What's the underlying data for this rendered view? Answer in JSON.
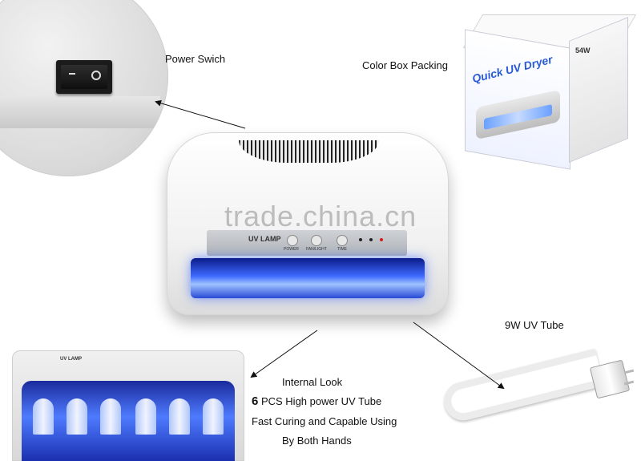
{
  "labels": {
    "power_switch": "Power Swich",
    "color_box": "Color Box Packing",
    "uv_tube": "9W  UV Tube",
    "internal_1": "Internal Look",
    "internal_2_num": "6",
    "internal_2_rest": " PCS High power UV Tube",
    "internal_3": "Fast Curing and Capable Using",
    "internal_4": "By Both Hands"
  },
  "watermark": "trade.china.cn",
  "lamp_panel": {
    "title": "UV LAMP",
    "knob_1": "POWER",
    "knob_2": "FAN/LIGHT",
    "knob_3": "TIME"
  },
  "box": {
    "title": "Quick UV Dryer",
    "watt": "54W"
  },
  "internal_panel_label": "UV LAMP",
  "colors": {
    "uv_blue": "#3f6bff",
    "switch_black": "#1b1b1b",
    "box_title_blue": "#2a5bd7"
  }
}
